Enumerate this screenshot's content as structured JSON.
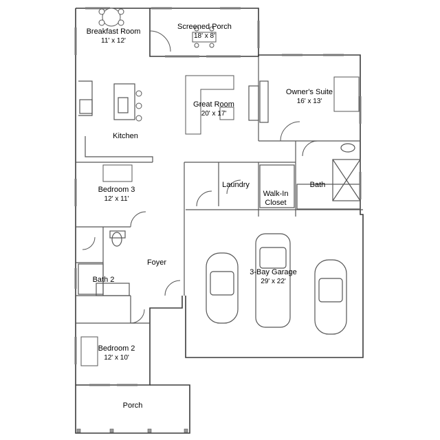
{
  "plan": {
    "rooms": [
      {
        "id": "breakfast-room",
        "name": "Breakfast Room",
        "dims": "11' x 12'"
      },
      {
        "id": "screened-porch",
        "name": "Screened Porch",
        "dims": "18' x 8'"
      },
      {
        "id": "great-room",
        "name": "Great Room",
        "dims": "20' x 17'"
      },
      {
        "id": "owners-suite",
        "name": "Owner's Suite",
        "dims": "16' x 13'"
      },
      {
        "id": "kitchen",
        "name": "Kitchen",
        "dims": ""
      },
      {
        "id": "bedroom-3",
        "name": "Bedroom 3",
        "dims": "12' x 11'"
      },
      {
        "id": "laundry",
        "name": "Laundry",
        "dims": ""
      },
      {
        "id": "walk-in-closet",
        "name": "Walk-In",
        "name2": "Closet",
        "dims": ""
      },
      {
        "id": "owners-bath",
        "name": "Bath",
        "dims": ""
      },
      {
        "id": "foyer",
        "name": "Foyer",
        "dims": ""
      },
      {
        "id": "garage",
        "name": "3-Bay Garage",
        "dims": "29' x 22'"
      },
      {
        "id": "bath-2",
        "name": "Bath 2",
        "dims": ""
      },
      {
        "id": "bedroom-2",
        "name": "Bedroom 2",
        "dims": "12' x 10'"
      },
      {
        "id": "porch",
        "name": "Porch",
        "dims": ""
      }
    ],
    "colors": {
      "wall": "#3a3a3a",
      "line": "#555555",
      "fill": "#ffffff"
    }
  }
}
